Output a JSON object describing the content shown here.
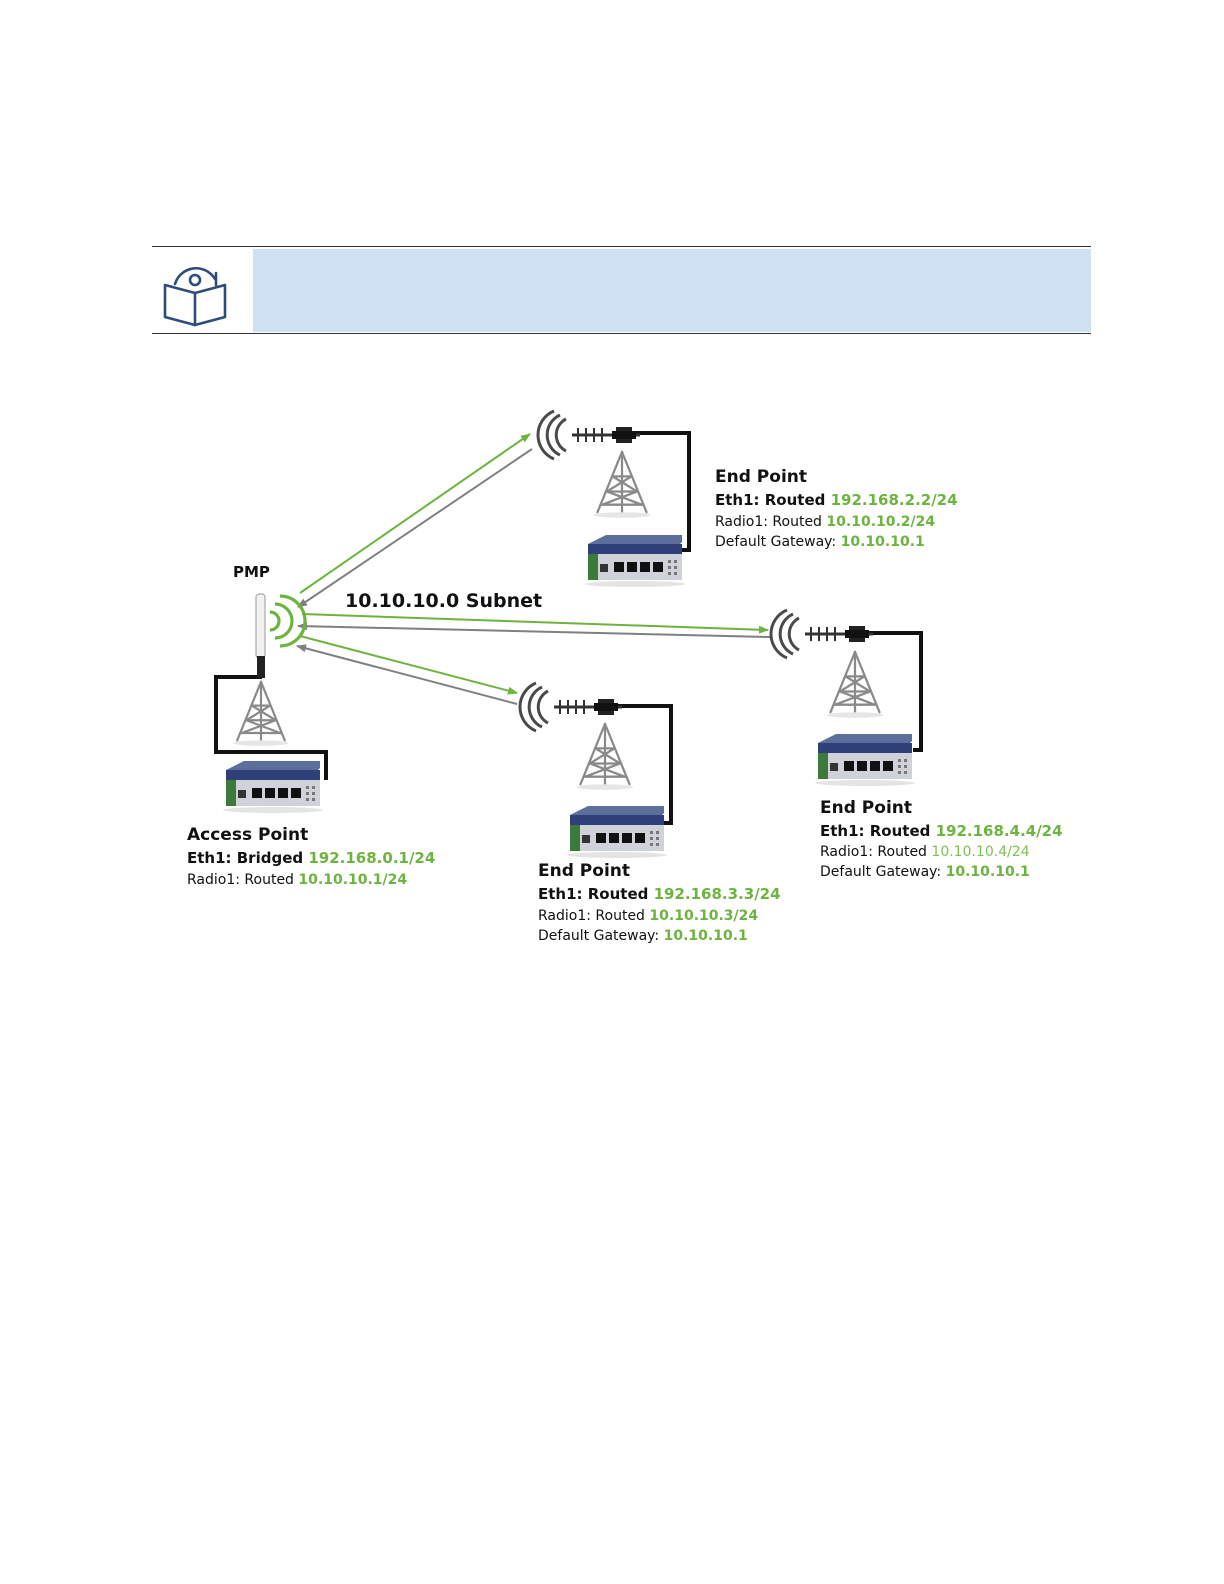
{
  "colors": {
    "accent_green": "#6db33f",
    "gray_arrow": "#808080",
    "note_fill": "#cfe2f3",
    "icon_blue": "#2f4b7c"
  },
  "note": {
    "icon": "book-info-icon",
    "text": ""
  },
  "diagram": {
    "pmp_label": "PMP",
    "subnet_label": "10.10.10.0 Subnet",
    "access_point": {
      "title": "Access Point",
      "eth_label": "Eth1: Bridged",
      "eth_value": "192.168.0.1/24",
      "radio_label": "Radio1: Routed",
      "radio_value": "10.10.10.1/24"
    },
    "end_point_top": {
      "title": "End Point",
      "eth_label": "Eth1: Routed",
      "eth_value": "192.168.2.2/24",
      "radio_label": "Radio1: Routed",
      "radio_value": "10.10.10.2/24",
      "gw_label": "Default Gateway:",
      "gw_value": "10.10.10.1"
    },
    "end_point_middle": {
      "title": "End Point",
      "eth_label": "Eth1: Routed",
      "eth_value": "192.168.3.3/24",
      "radio_label": "Radio1: Routed",
      "radio_value": "10.10.10.3/24",
      "gw_label": "Default Gateway:",
      "gw_value": "10.10.10.1"
    },
    "end_point_right": {
      "title": "End Point",
      "eth_label": "Eth1: Routed",
      "eth_value": "192.168.4.4/24",
      "radio_label": "Radio1: Routed",
      "radio_value": "10.10.10.4/24",
      "gw_label": "Default Gateway:",
      "gw_value": "10.10.10.1"
    }
  }
}
